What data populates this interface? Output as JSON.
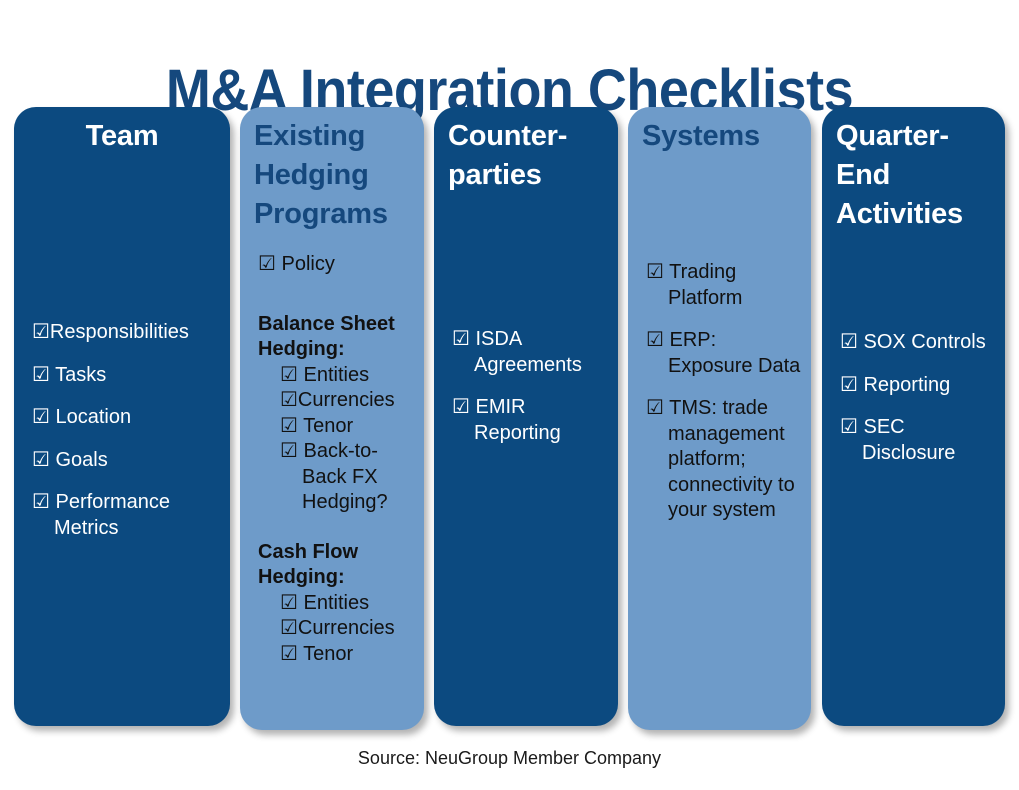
{
  "title": "M&A Integration Checklists",
  "source": "Source: NeuGroup Member Company",
  "colors": {
    "title": "#15487D",
    "dark_card": "#0C4A80",
    "light_card": "#6E9BC9",
    "dark_card_text": "#FFFFFF",
    "light_card_text": "#111111",
    "light_card_heading": "#15487D"
  },
  "checkbox_glyph": "☑",
  "columns": [
    {
      "id": "team",
      "style": "dark",
      "heading": "Team",
      "heading_align": "center",
      "items": [
        {
          "text": "☑Responsibilities",
          "level": 0
        },
        {
          "text": "☑ Tasks",
          "level": 0
        },
        {
          "text": "☑ Location",
          "level": 0
        },
        {
          "text": "☑ Goals",
          "level": 0
        },
        {
          "text": "☑ Performance Metrics",
          "level": 0
        }
      ]
    },
    {
      "id": "existing-hedging-programs",
      "style": "light",
      "heading": "Existing Hedging Programs",
      "heading_align": "left",
      "items": [
        {
          "text": "☑ Policy",
          "level": 0
        },
        {
          "text": "Balance Sheet Hedging:",
          "level": 0,
          "kind": "group"
        },
        {
          "text": "☑ Entities",
          "level": 1
        },
        {
          "text": "☑Currencies",
          "level": 1
        },
        {
          "text": "☑ Tenor",
          "level": 1
        },
        {
          "text": "☑ Back-to-Back FX Hedging?",
          "level": 1
        },
        {
          "text": "Cash Flow Hedging:",
          "level": 0,
          "kind": "group"
        },
        {
          "text": "☑ Entities",
          "level": 1
        },
        {
          "text": "☑Currencies",
          "level": 1
        },
        {
          "text": "☑ Tenor",
          "level": 1
        }
      ]
    },
    {
      "id": "counterparties",
      "style": "dark",
      "heading": "Counter-parties",
      "heading_align": "left",
      "items": [
        {
          "text": "☑ ISDA Agreements",
          "level": 0
        },
        {
          "text": "☑ EMIR Reporting",
          "level": 0
        }
      ]
    },
    {
      "id": "systems",
      "style": "light",
      "heading": "Systems",
      "heading_align": "left",
      "items": [
        {
          "text": "☑ Trading Platform",
          "level": 0
        },
        {
          "text": "☑ ERP: Exposure Data",
          "level": 0
        },
        {
          "text": "☑ TMS: trade management platform; connectivity to your system",
          "level": 0
        }
      ]
    },
    {
      "id": "quarter-end-activities",
      "style": "dark",
      "heading": "Quarter-End Activities",
      "heading_align": "left",
      "items": [
        {
          "text": "☑ SOX Controls",
          "level": 0
        },
        {
          "text": "☑ Reporting",
          "level": 0
        },
        {
          "text": "☑ SEC Disclosure",
          "level": 0
        }
      ]
    }
  ]
}
